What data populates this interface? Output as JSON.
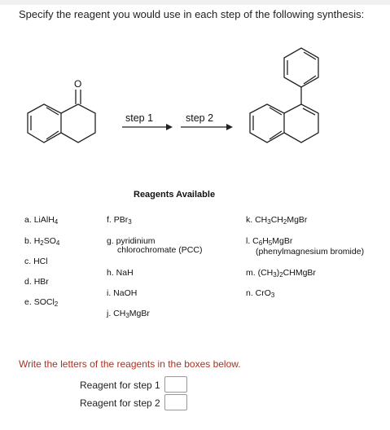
{
  "question": "Specify the reagent you would use in each step of the following synthesis:",
  "scheme": {
    "step1_label": "step 1",
    "step2_label": "step 2",
    "carbonyl_atom": "O"
  },
  "reagents_header": "Reagents Available",
  "reagents_col1": [
    {
      "letter": "a.",
      "pre": "LiAlH",
      "sub": "4",
      "post": ""
    },
    {
      "letter": "b.",
      "pre": "H",
      "sub": "2",
      "post": "SO",
      "sub2": "4"
    },
    {
      "letter": "c.",
      "pre": "HCl",
      "sub": "",
      "post": ""
    },
    {
      "letter": "d.",
      "pre": "HBr",
      "sub": "",
      "post": ""
    },
    {
      "letter": "e.",
      "pre": "SOCl",
      "sub": "2",
      "post": ""
    }
  ],
  "reagents_col2": {
    "f": "f. PBr",
    "f_sub": "3",
    "g1": "g. pyridinium",
    "g2": "chlorochromate (PCC)",
    "h": "h. NaH",
    "i": "i. NaOH",
    "j": "j. CH",
    "j_sub": "3",
    "j_post": "MgBr"
  },
  "reagents_col3": {
    "k_pre": "k. CH",
    "k_sub1": "3",
    "k_mid": "CH",
    "k_sub2": "2",
    "k_post": "MgBr",
    "l_pre": "l. C",
    "l_sub1": "6",
    "l_mid": "H",
    "l_sub2": "5",
    "l_post": "MgBr",
    "l2": "(phenylmagnesium bromide)",
    "m_pre": "m. (CH",
    "m_sub1": "3",
    "m_mid": ")",
    "m_sub2": "2",
    "m_post": "CHMgBr",
    "n_pre": "n. CrO",
    "n_sub": "3"
  },
  "instruction": "Write the letters of the reagents in the boxes below.",
  "answers": {
    "step1_label": "Reagent for step 1",
    "step2_label": "Reagent for step 2",
    "step1_value": "",
    "step2_value": ""
  },
  "colors": {
    "instruction": "#b03020",
    "box_border": "#999999"
  }
}
